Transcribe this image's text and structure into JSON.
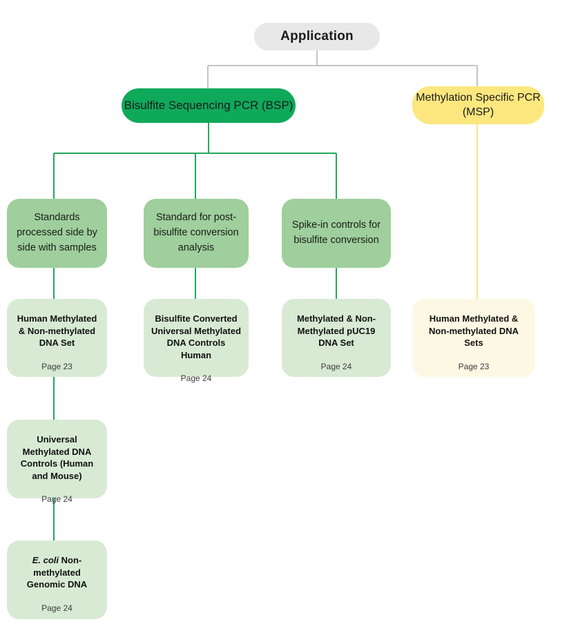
{
  "diagram": {
    "title": "Application selection guide for bisulfite methylation analysis controls",
    "colors": {
      "root_fill": "#e8e8e8",
      "bsp_fill": "#0fa95a",
      "msp_fill": "#fce77e",
      "purpose_fill": "#9ecf9c",
      "product_fill": "#d8ead4",
      "product_msp_fill": "#fdf8e4",
      "connector_gray": "#c4c4c4",
      "connector_green": "#22a85c",
      "connector_yellow": "#fbe585",
      "text_dark": "#1b1b1b"
    },
    "root": {
      "label": "Application"
    },
    "branches": [
      {
        "id": "bsp",
        "label": "Bisulfite Sequencing PCR (BSP)",
        "purposes": [
          {
            "id": "standards-side-by-side",
            "label": "Standards processed side by side with samples",
            "products": [
              {
                "title": "Human Methylated & Non-methylated DNA Set",
                "page": "Page 23"
              },
              {
                "title": "Universal Methylated DNA Controls (Human and Mouse)",
                "page": "Page 24"
              },
              {
                "title_pre": "E. coli",
                "title_post": " Non-methylated Genomic DNA",
                "page": "Page 24"
              }
            ]
          },
          {
            "id": "post-conversion-standard",
            "label": "Standard for post-bisulfite conversion analysis",
            "products": [
              {
                "title": "Bisulfite Converted Universal Methylated DNA Controls Human",
                "page": "Page 24"
              }
            ]
          },
          {
            "id": "spike-in-controls",
            "label": "Spike-in controls for bisulfite conversion",
            "products": [
              {
                "title": "Methylated & Non-Methylated pUC19 DNA Set",
                "page": "Page 24"
              }
            ]
          }
        ]
      },
      {
        "id": "msp",
        "label": "Methylation Specific PCR (MSP)",
        "products": [
          {
            "title": "Human Methylated & Non-methylated DNA Sets",
            "page": "Page 23"
          }
        ]
      }
    ]
  }
}
